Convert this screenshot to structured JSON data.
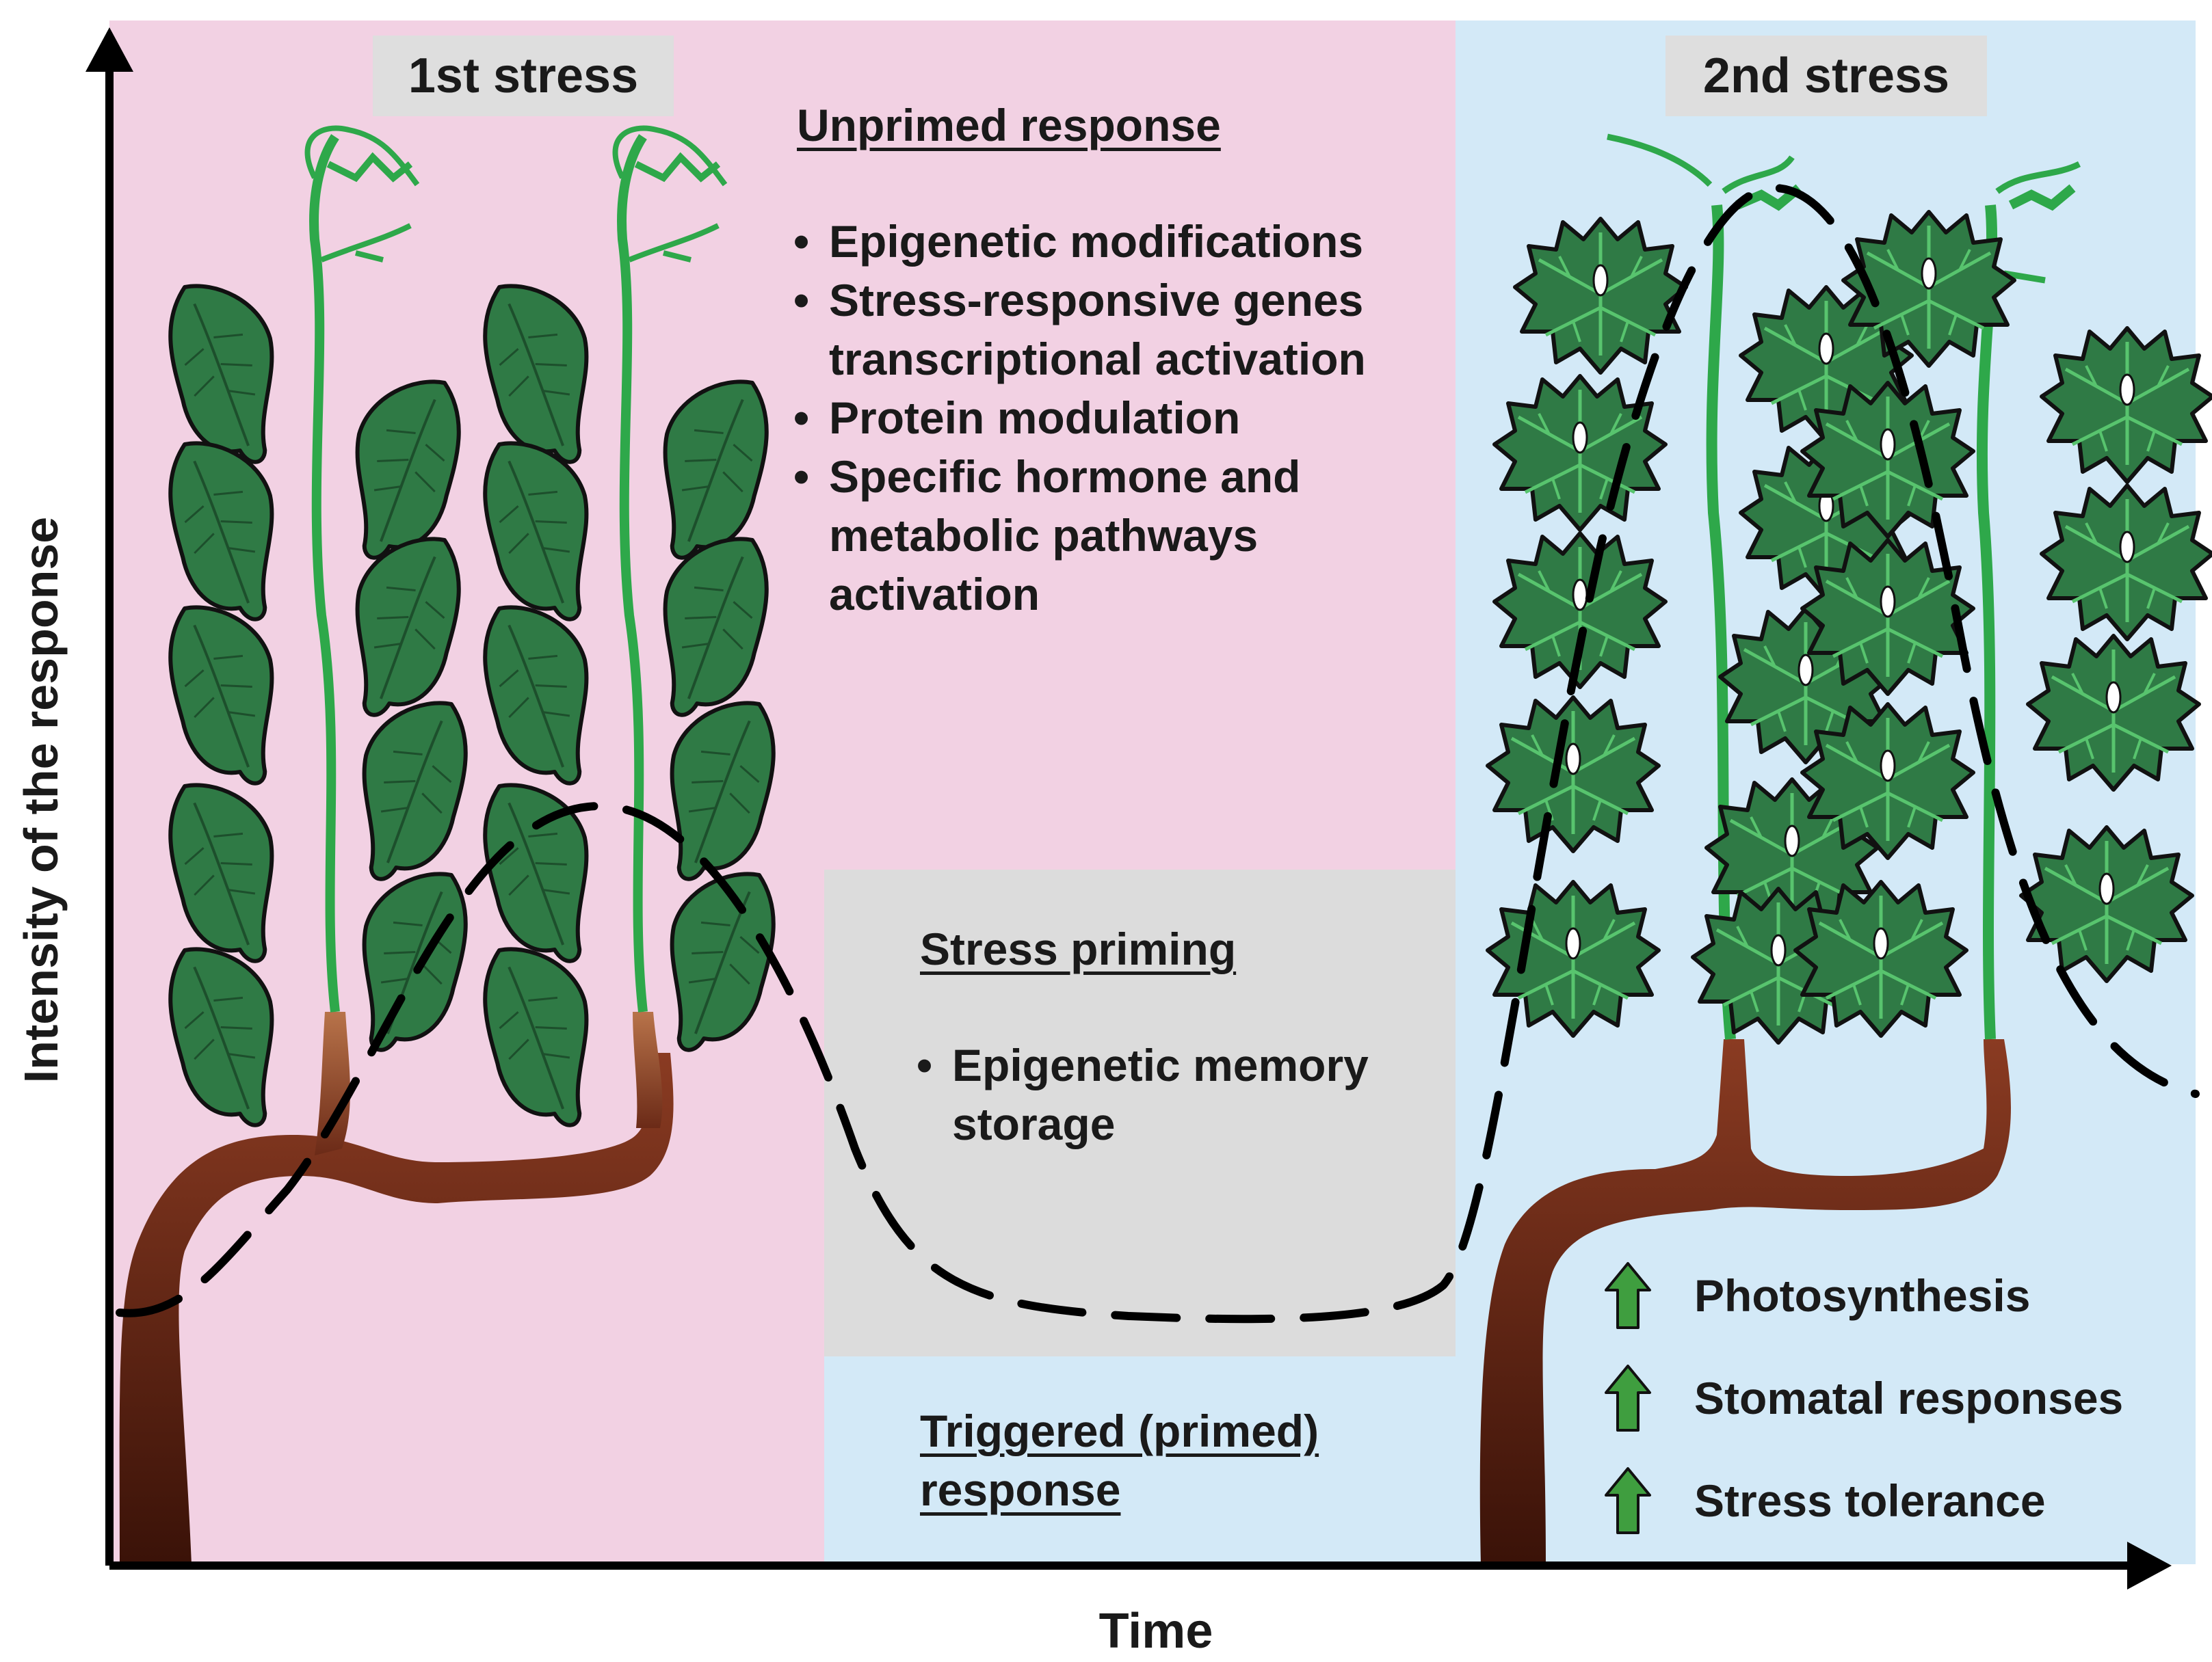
{
  "panels": {
    "first_stress_label": "1st stress",
    "second_stress_label": "2nd stress"
  },
  "unprimed": {
    "title": "Unprimed response",
    "items": [
      "Epigenetic modifications",
      "Stress-responsive genes\n transcriptional activation",
      "Protein modulation",
      "Specific hormone and\n metabolic pathways\n activation"
    ]
  },
  "priming": {
    "title": "Stress priming",
    "items": [
      "Epigenetic memory\n storage"
    ]
  },
  "triggered": {
    "title": "Triggered (primed)\n response"
  },
  "benefits": [
    {
      "icon": "up-arrow-icon",
      "label": "Photosynthesis"
    },
    {
      "icon": "up-arrow-icon",
      "label": "Stomatal responses"
    },
    {
      "icon": "up-arrow-icon",
      "label": "Stress tolerance"
    }
  ],
  "axes": {
    "y_label": "Intensity of the response",
    "x_label": "Time"
  },
  "colors": {
    "first_stress_bg": "#f2d1e3",
    "second_stress_bg": "#d3e9f7",
    "priming_bg": "#dcdcdc",
    "leaf": "#2f7a45",
    "leaf_dark": "#1f5e34",
    "stem": "#2ea84a",
    "trunk": "#6b2a17",
    "arrow_green": "#3f9e3f"
  }
}
